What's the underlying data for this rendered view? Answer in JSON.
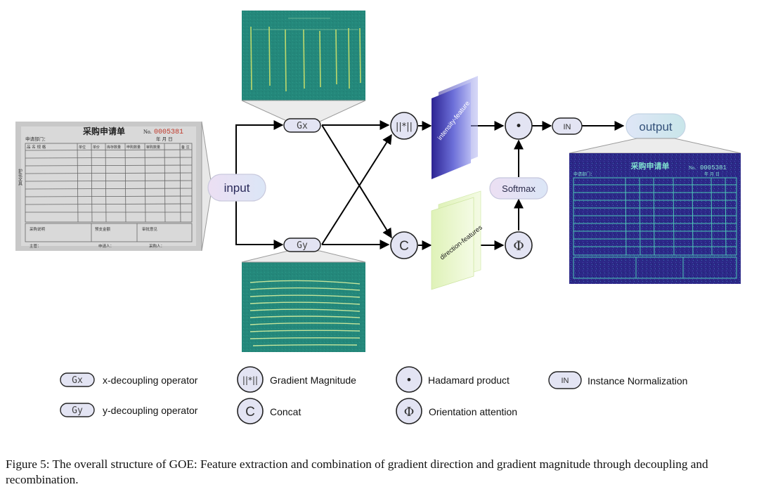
{
  "nodes": {
    "input": "input",
    "gx": "Gx",
    "gy": "Gy",
    "magnitude": "||*||",
    "concat": "C",
    "intensity": "intensity-feature",
    "direction": "direction-features",
    "hadamard": "•",
    "phi": "Φ",
    "softmax": "Softmax",
    "in": "IN",
    "output": "output"
  },
  "images": {
    "input_form": {
      "title": "采购申请单",
      "no_label": "No.",
      "no_value": "0005381",
      "dept_label": "申请部门：",
      "date_label": "年  月  日",
      "side_label": "护花文具",
      "headers": [
        "品 名 规 格",
        "单位",
        "单价",
        "库存数量",
        "申购数量",
        "审购数量",
        "备 注"
      ],
      "purpose_label": "采购说明",
      "budget_label": "预支金额",
      "review_label": "审批意见",
      "footer_left": "主管：",
      "footer_mid": "申请人：",
      "footer_right": "采购人："
    },
    "output_form": {
      "title": "采购申请单",
      "no_label": "No.",
      "no_value": "0005381",
      "dept_label": "申请部门：",
      "date_label": "年  月  日"
    }
  },
  "legend": {
    "gx_sym": "Gx",
    "gx_text": "x-decoupling operator",
    "gy_sym": "Gy",
    "gy_text": "y-decoupling operator",
    "mag_sym": "||*||",
    "mag_text": "Gradient Magnitude",
    "concat_sym": "C",
    "concat_text": "Concat",
    "had_sym": "•",
    "had_text": "Hadamard product",
    "phi_sym": "Φ",
    "phi_text": "Orientation attention",
    "in_sym": "IN",
    "in_text": "Instance Normalization"
  },
  "caption": "Figure 5: The overall structure of GOE: Feature extraction and combination of gradient direction and gradient magnitude through decoupling and recombination.",
  "colors": {
    "node_fill": "#e6e7f5",
    "node_stroke": "#1e1e3a",
    "teal": "#25857a",
    "purple_dark": "#3a2f9a",
    "purple_light": "#8f92e6",
    "green_light": "#e7f5c8",
    "output_bg": "#2f2a8a",
    "output_line": "#3dbfa8"
  }
}
